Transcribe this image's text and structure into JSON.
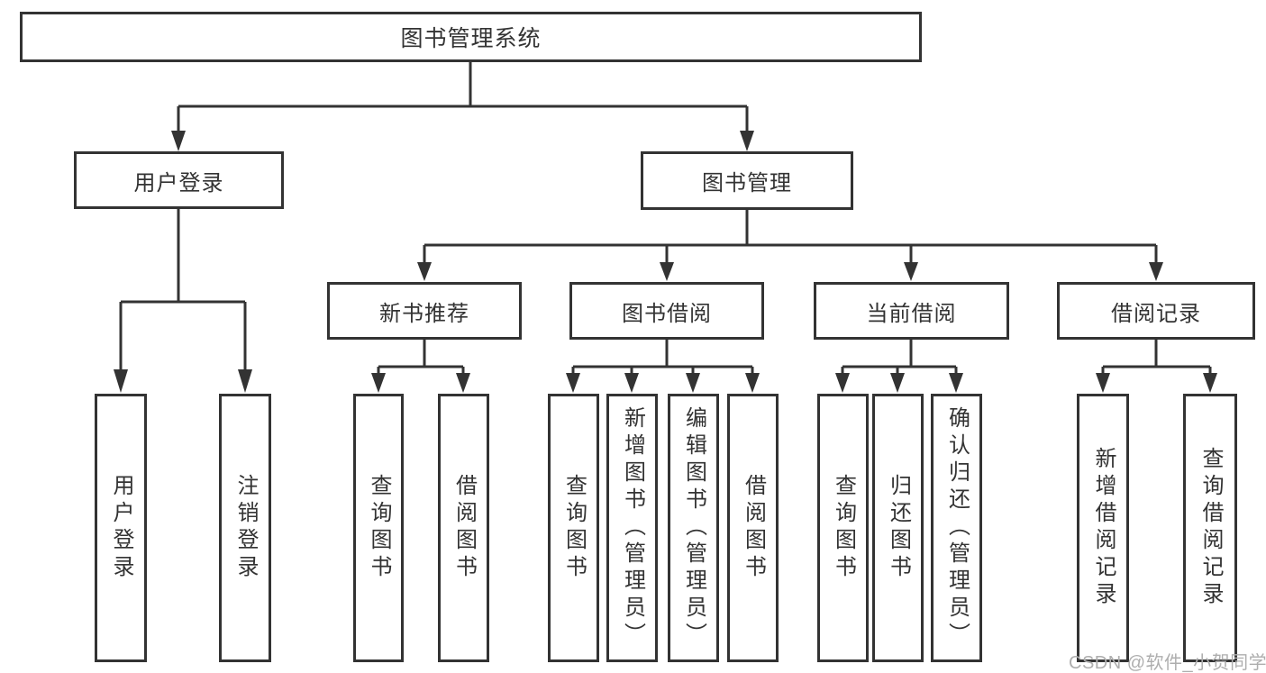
{
  "tree": {
    "root": {
      "label": "图书管理系统"
    },
    "branches": [
      {
        "label": "用户登录",
        "children": [
          {
            "label": "用户登录"
          },
          {
            "label": "注销登录"
          }
        ]
      },
      {
        "label": "图书管理",
        "children": [
          {
            "label": "新书推荐",
            "children": [
              {
                "label": "查询图书"
              },
              {
                "label": "借阅图书"
              }
            ]
          },
          {
            "label": "图书借阅",
            "children": [
              {
                "label": "查询图书"
              },
              {
                "label": "新增图书（管理员）"
              },
              {
                "label": "编辑图书（管理员）"
              },
              {
                "label": "借阅图书"
              }
            ]
          },
          {
            "label": "当前借阅",
            "children": [
              {
                "label": "查询图书"
              },
              {
                "label": "归还图书"
              },
              {
                "label": "确认归还（管理员）"
              }
            ]
          },
          {
            "label": "借阅记录",
            "children": [
              {
                "label": "新增借阅记录"
              },
              {
                "label": "查询借阅记录"
              }
            ]
          }
        ]
      }
    ]
  },
  "watermark": "CSDN @软件_小贺同学",
  "colors": {
    "line": "#333333",
    "box_border": "#333333",
    "text": "#333333",
    "watermark": "#aeaeae"
  }
}
